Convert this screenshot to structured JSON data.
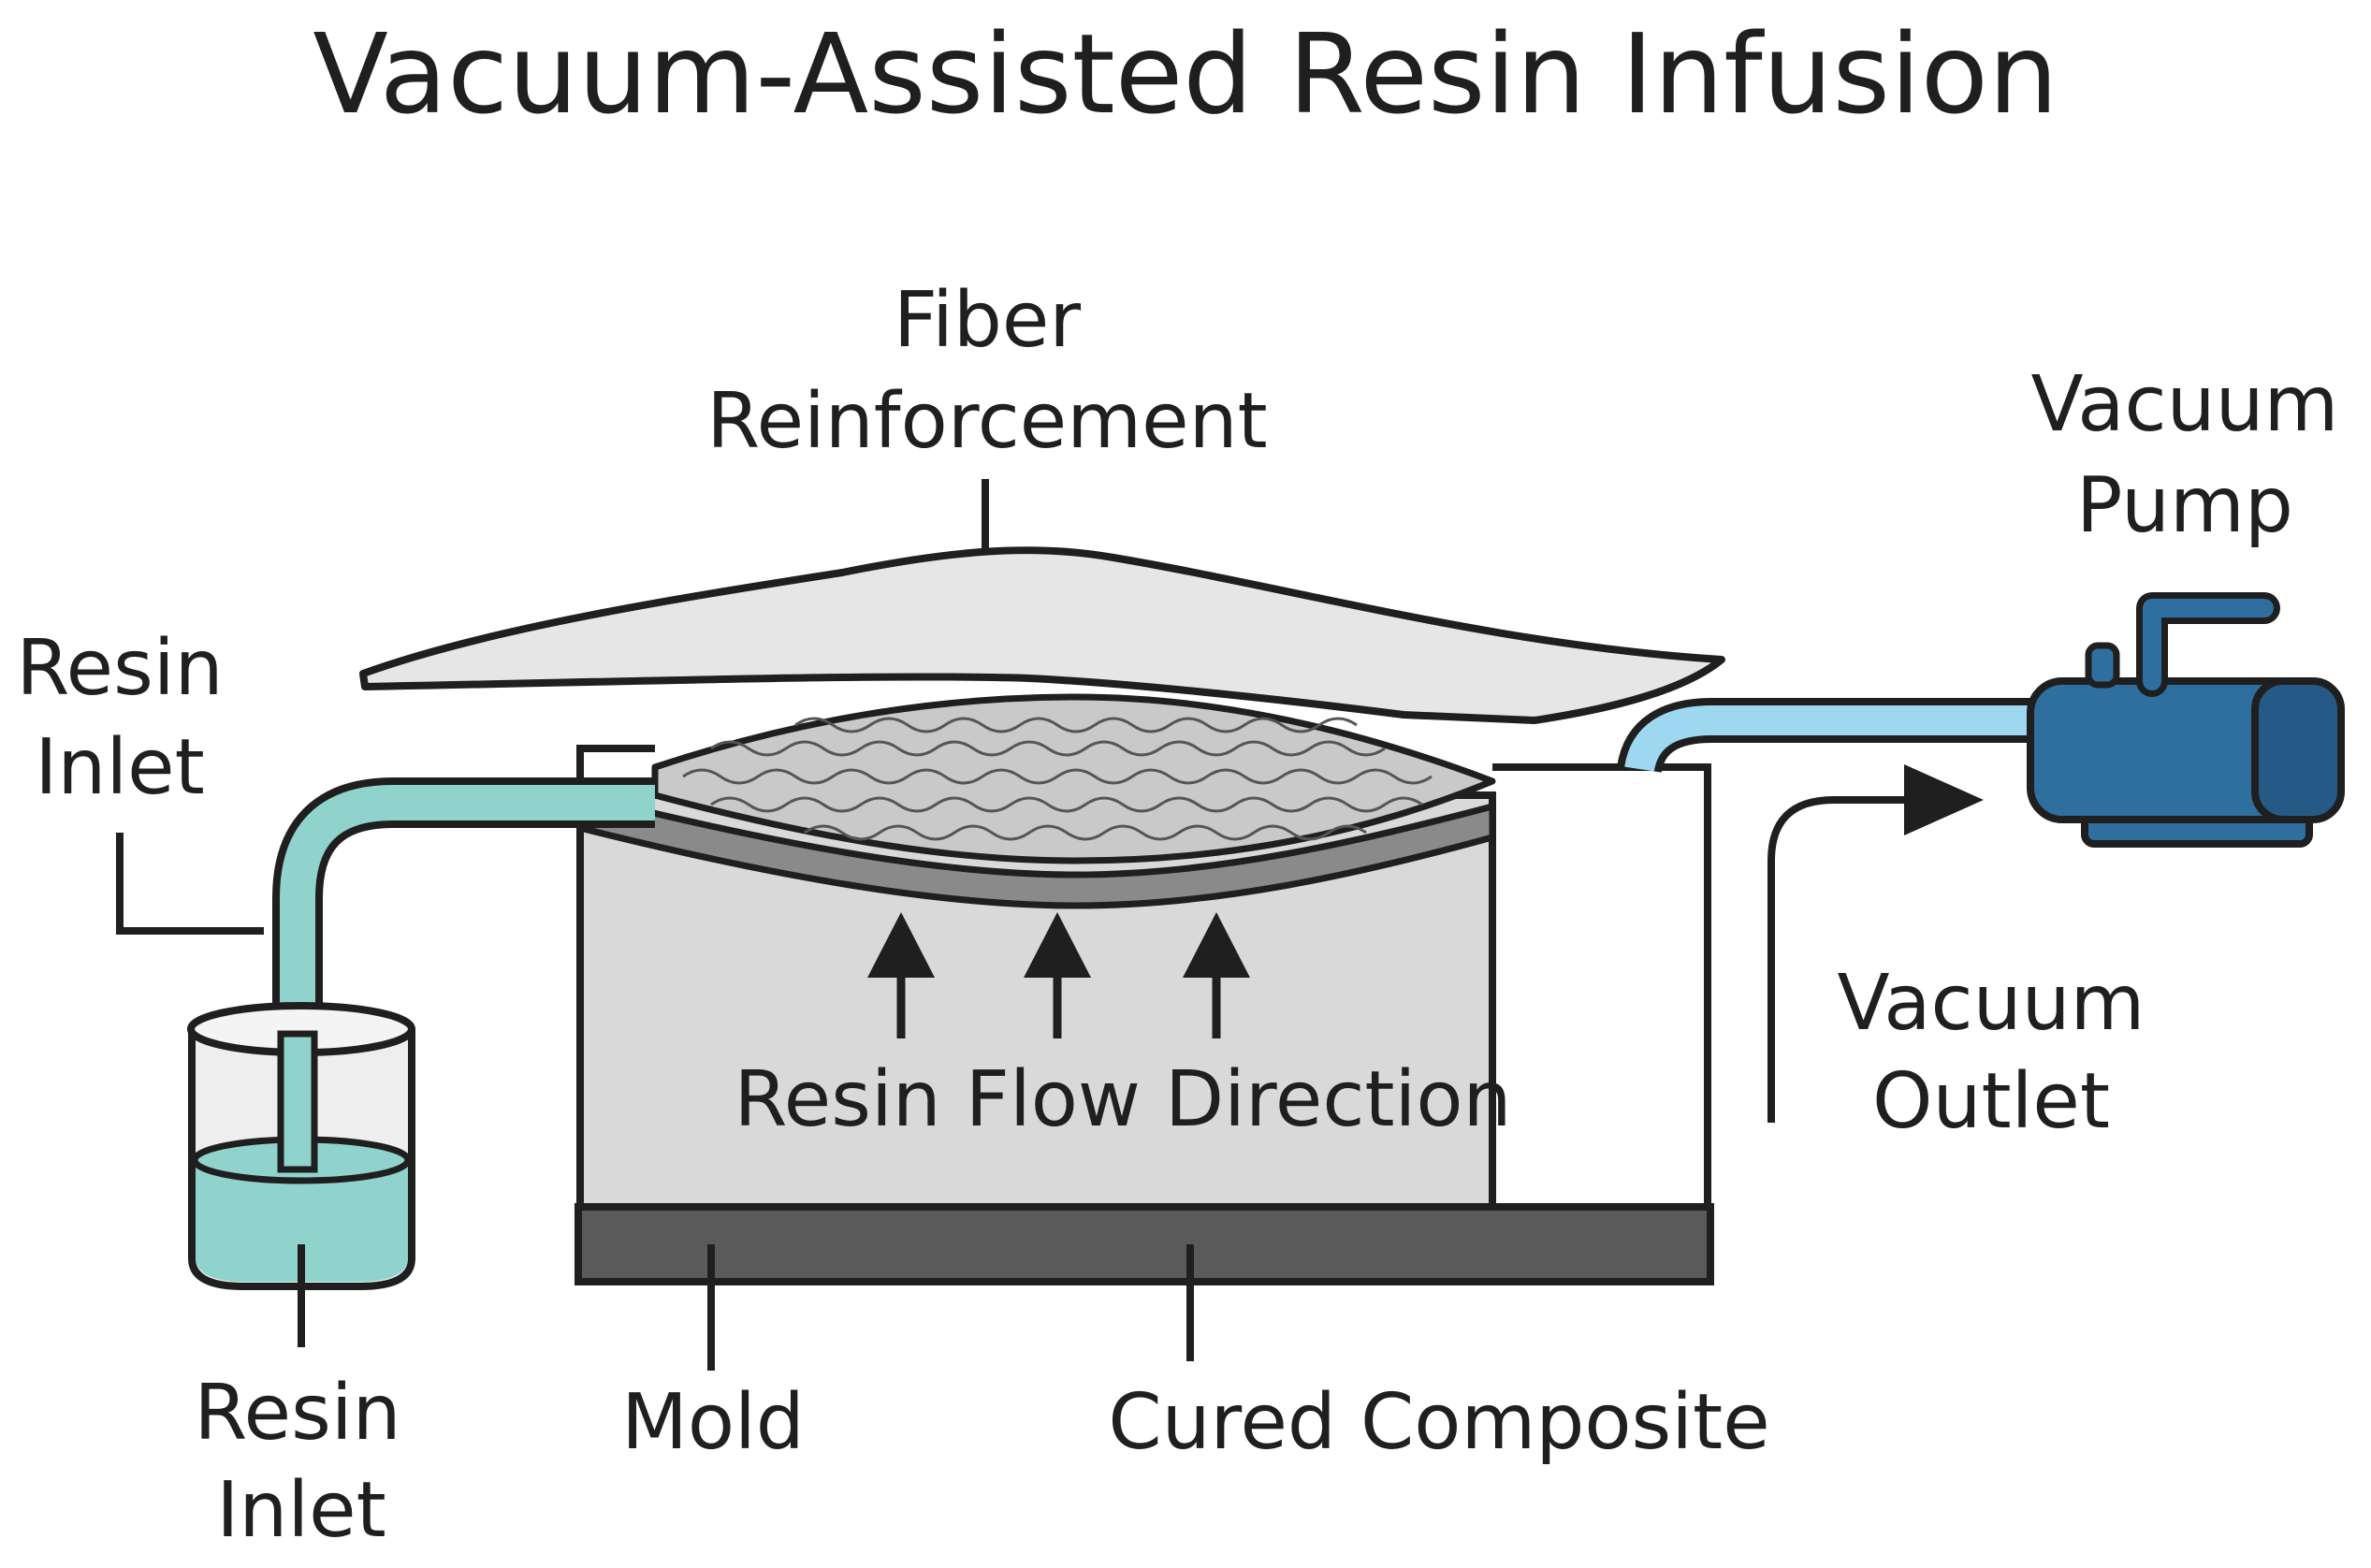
{
  "title": "Vacuum-Assisted Resin Infusion",
  "labels": {
    "fiber_reinforcement": [
      "Fiber",
      "Reinforcement"
    ],
    "vacuum_pump": [
      "Vacuum",
      "Pump"
    ],
    "resin_inlet_top": [
      "Resin",
      "Inlet"
    ],
    "resin_inlet_bottom": [
      "Resin",
      "Inlet"
    ],
    "vacuum_outlet": [
      "Vacuum",
      "Outlet"
    ],
    "resin_flow_direction": "Resin Flow Direction",
    "mold": "Mold",
    "cured_composite": "Cured Composite"
  },
  "colors": {
    "outline": "#1f1f1f",
    "bag_fill": "#e6e6e6",
    "chamber_fill": "#d9d9d9",
    "fiber_fill": "#c9c9c9",
    "laminate_band": "#8a8a8a",
    "mold_plate": "#5a5a5a",
    "resin_teal": "#8fd3cc",
    "vacuum_line_blue": "#9ed8f0",
    "pump_blue": "#2f6f9f",
    "pump_dark": "#245a85"
  }
}
